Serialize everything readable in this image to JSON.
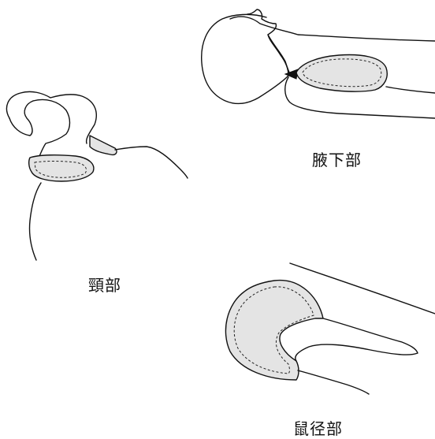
{
  "labels": {
    "axilla": "腋下部",
    "neck": "頸部",
    "groin": "鼠径部"
  },
  "colors": {
    "pad_fill": "#e4e4e4",
    "line": "#111111",
    "background": "#ffffff"
  }
}
